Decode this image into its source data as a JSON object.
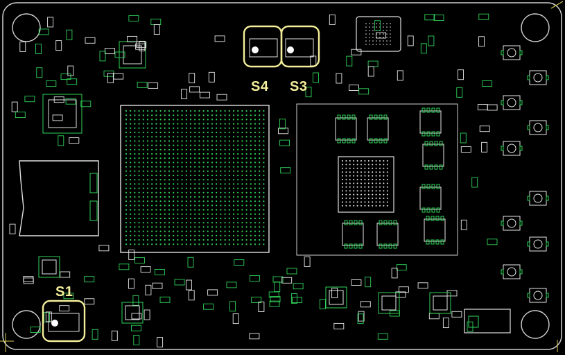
{
  "switches": [
    {
      "id": "s4",
      "label": "S4"
    },
    {
      "id": "s3",
      "label": "S3"
    },
    {
      "id": "s1",
      "label": "S1"
    }
  ],
  "colors": {
    "background": "#000000",
    "silkscreen": "#e8e8e8",
    "pads": "#2fd35a",
    "highlight": "#f4ef9a",
    "outline": "#c9c9c9"
  }
}
